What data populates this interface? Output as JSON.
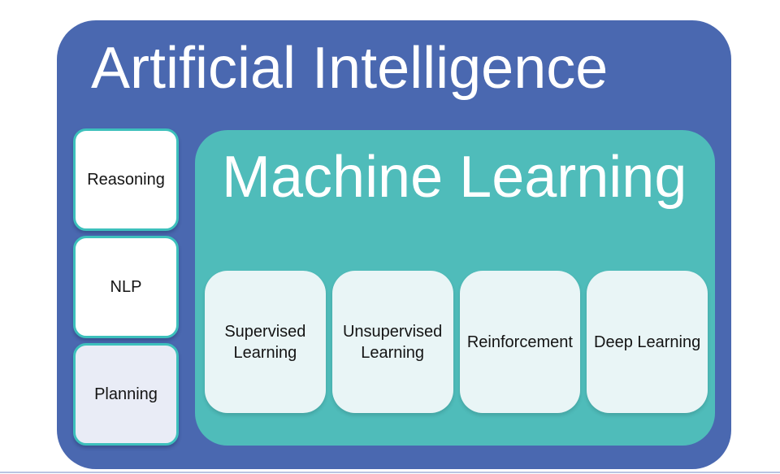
{
  "diagram": {
    "title": "Artificial Intelligence",
    "ai_children": [
      {
        "label": "Reasoning"
      },
      {
        "label": "NLP"
      },
      {
        "label": "Planning"
      }
    ],
    "ml": {
      "title": "Machine Learning",
      "children": [
        {
          "label": "Supervised Learning"
        },
        {
          "label": "Unsupervised Learning"
        },
        {
          "label": "Reinforcement"
        },
        {
          "label": "Deep Learning"
        }
      ]
    },
    "colors": {
      "ai_bg": "#4a68b0",
      "ml_bg": "#4fbcba",
      "box_border": "#3dc0bc",
      "box_bg_white": "#ffffff",
      "box_bg_lavender": "#e9ecf6",
      "subbox_bg": "#e9f5f6",
      "title_text": "#ffffff",
      "label_text": "#141414",
      "bottom_line": "#b8c4e2",
      "page_bg": "#ffffff"
    }
  }
}
